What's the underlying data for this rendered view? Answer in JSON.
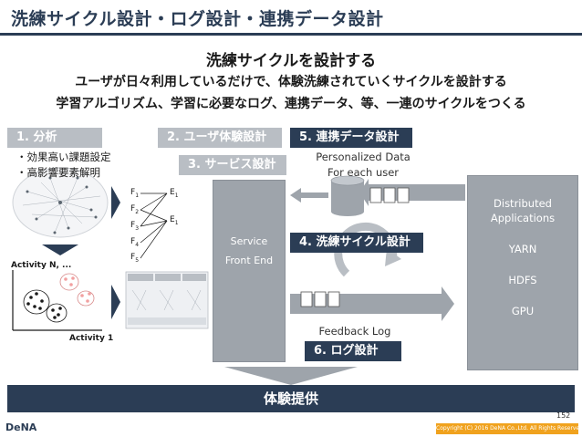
{
  "title": "洗練サイクル設計・ログ設計・連携データ設計",
  "headings": {
    "main": "洗練サイクルを設計する",
    "line1": "ユーザが日々利用しているだけで、体験洗練されていくサイクルを設計する",
    "line2": "学習アルゴリズム、学習に必要なログ、連携データ、等、一連のサイクルをつくる"
  },
  "tags": {
    "analysis": "1. 分析",
    "ux_design": "2. ユーザ体験設計",
    "service_design": "3. サービス設計",
    "refine_cycle": "4. 洗練サイクル設計",
    "linked_data": "5. 連携データ設計",
    "log_design": "6. ログ設計"
  },
  "analysis_bullets": [
    "・効果高い課題設定",
    "・高影響要素解明"
  ],
  "axes": {
    "y_label": "Activity N, ...",
    "x_label": "Activity 1"
  },
  "factors": {
    "f": [
      "F",
      "F",
      "F",
      "F",
      "F"
    ],
    "f_sub": [
      "1",
      "2",
      "3",
      "4",
      "5"
    ],
    "e": [
      "E",
      "E"
    ],
    "e_sub": [
      "1",
      "1"
    ]
  },
  "service": {
    "line1": "Service",
    "line2": "Front End"
  },
  "personalized": {
    "line1": "Personalized Data",
    "line2": "For each user"
  },
  "distributed": {
    "line1": "Distributed",
    "line2": "Applications",
    "items": [
      "YARN",
      "HDFS",
      "GPU"
    ]
  },
  "feedback_log": "Feedback Log",
  "experience": "体験提供",
  "footer": {
    "logo": "DeNA",
    "copyright": "Copyright (C) 2016 DeNA Co.,Ltd. All Rights Reserved.",
    "page": "152"
  },
  "colors": {
    "navy": "#2b3d55",
    "gray_tag": "#b9bec4",
    "box_gray": "#9ea4ab",
    "accent_orange": "#f0a21e",
    "pink": "#f2a0a0"
  }
}
